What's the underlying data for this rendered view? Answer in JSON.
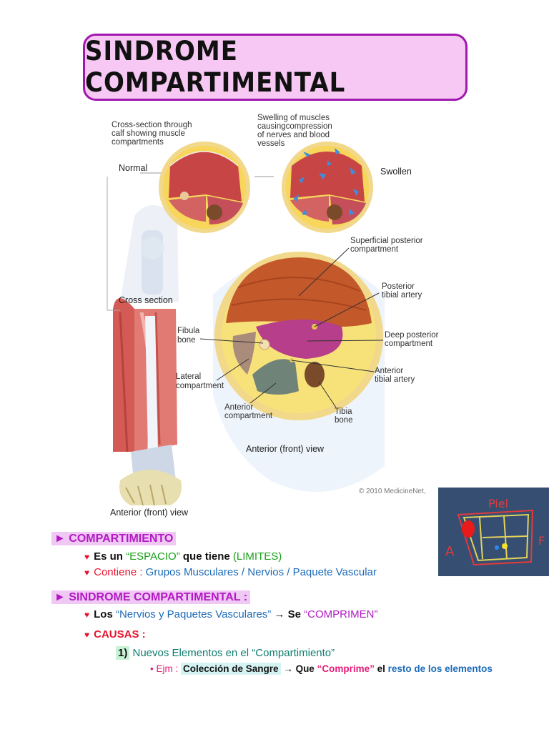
{
  "title": "SINDROME  COMPARTIMENTAL",
  "figure": {
    "labels": {
      "cross_section_calf": [
        "Cross-section through",
        "calf showing muscle",
        "compartments"
      ],
      "swelling": [
        "Swelling of muscles",
        "causingcompression",
        "of nerves and blood",
        "vessels"
      ],
      "normal": "Normal",
      "swollen": "Swollen",
      "superficial_posterior": [
        "Superficial posterior",
        "compartment"
      ],
      "posterior_tibial": [
        "Posterior",
        "tibial artery"
      ],
      "cross_section": "Cross section",
      "fibula": [
        "Fibula",
        "bone"
      ],
      "deep_posterior": [
        "Deep posterior",
        "compartment"
      ],
      "lateral": [
        "Lateral",
        "compartment"
      ],
      "anterior_tibial": [
        "Anterior",
        "tibial artery"
      ],
      "anterior_comp": [
        "Anterior",
        "compartment"
      ],
      "tibia": [
        "Tibia",
        "bone"
      ],
      "anterior_view_center": "Anterior (front) view",
      "copyright": "© 2010 MedicineNet,",
      "anterior_view_bottom": "Anterior (front) view"
    }
  },
  "mini_figure": {
    "piel": "Piel",
    "a": "A",
    "f": "F"
  },
  "sections": {
    "compartimiento": {
      "heading": "COMPARTIMIENTO",
      "line1": {
        "a": "Es un ",
        "b": "“ESPACIO”",
        "c": " que tiene ",
        "d": "(LIMITES)"
      },
      "line2": {
        "a": "Contiene :",
        "b": " Grupos Musculares / Nervios / Paquete Vascular"
      }
    },
    "sindrome": {
      "heading": "SINDROME  COMPARTIMENTAL :",
      "line1": {
        "a": "Los ",
        "b": "“Nervios y Paquetes Vasculares”",
        "c": " → Se ",
        "d": "“COMPRIMEN”"
      },
      "causas": "CAUSAS :",
      "item1": {
        "num": "1)",
        "text": " Nuevos Elementos en el “Compartimiento”"
      },
      "ejm": {
        "bullet": "•",
        "a": " Ejm :",
        "b": "Colección de Sangre",
        "c": " → Que ",
        "d": "“Comprime”",
        "e": " el ",
        "f": "resto de los elementos"
      }
    }
  }
}
